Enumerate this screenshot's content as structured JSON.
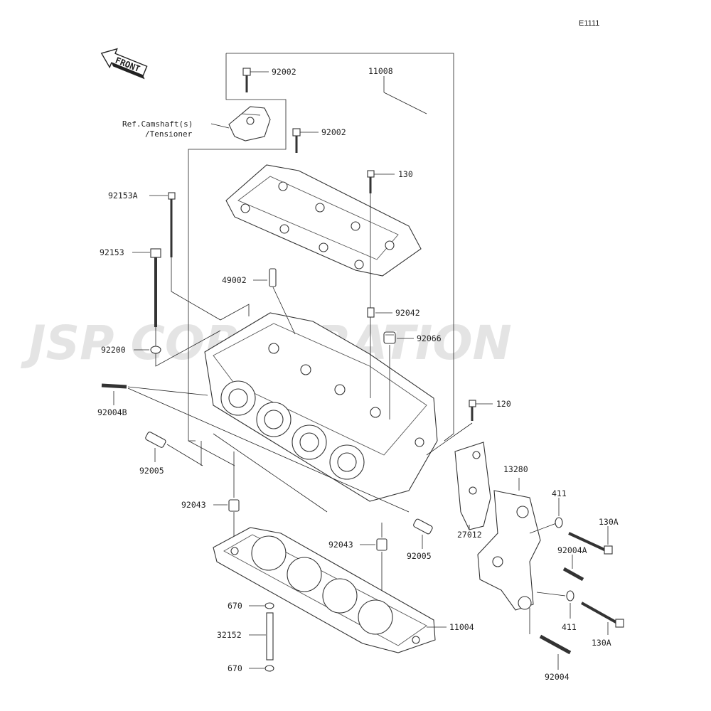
{
  "diagram_id": "E1111",
  "watermark": "JSP CORPORATION",
  "front_label": "FRONT",
  "reference_note": [
    "Ref.Camshaft(s)",
    "/Tensioner"
  ],
  "labels": {
    "p11008": "11008",
    "p92002_a": "92002",
    "p92002_b": "92002",
    "p130": "130",
    "p92153A": "92153A",
    "p92153": "92153",
    "p49002": "49002",
    "p92042": "92042",
    "p92066": "92066",
    "p92200": "92200",
    "p92004B": "92004B",
    "p120": "120",
    "p92005_a": "92005",
    "p13280": "13280",
    "p92043_a": "92043",
    "p411_a": "411",
    "p130A_a": "130A",
    "p27012": "27012",
    "p92043_b": "92043",
    "p92005_b": "92005",
    "p92004A": "92004A",
    "p670_a": "670",
    "p11004": "11004",
    "p411_b": "411",
    "p32152": "32152",
    "p130A_b": "130A",
    "p670_b": "670",
    "p92004": "92004"
  }
}
